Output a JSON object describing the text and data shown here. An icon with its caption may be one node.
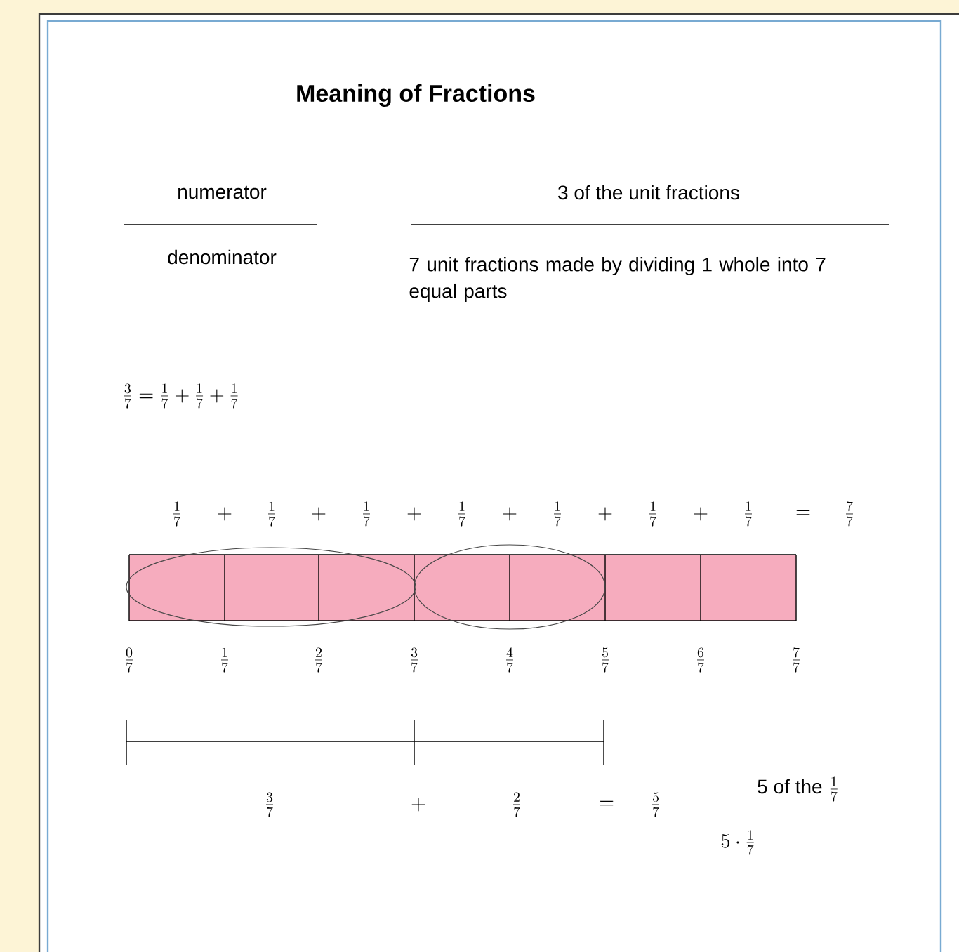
{
  "diagram": {
    "title": "Meaning of Fractions",
    "labels": [
      "numerator",
      "3 of the unit fractions",
      "denominator",
      "7 unit fractions made by dividing 1 whole into 7 equal parts",
      "\\frac{3}{7} = \\frac{1}{7} + \\frac{1}{7} + \\frac{1}{7}",
      "\\frac{1}{7}",
      "+",
      "\\frac{1}{7}",
      "+",
      "\\frac{1}{7}",
      "+",
      "\\frac{1}{7}",
      "+",
      "\\frac{1}{7}",
      "+",
      "\\frac{1}{7}",
      "+",
      "\\frac{1}{7}",
      "=",
      "\\frac{7}{7}",
      "\\frac{0}{7}",
      "\\frac{1}{7}",
      "\\frac{2}{7}",
      "\\frac{3}{7}",
      "\\frac{4}{7}",
      "\\frac{5}{7}",
      "\\frac{6}{7}",
      "\\frac{7}{7}",
      "\\frac{3}{7}",
      "+",
      "\\frac{2}{7}",
      "=",
      "\\frac{5}{7}",
      "5 of the",
      "\\frac{1}{7}",
      "5 \\cdot \\frac{1}{7}"
    ]
  }
}
